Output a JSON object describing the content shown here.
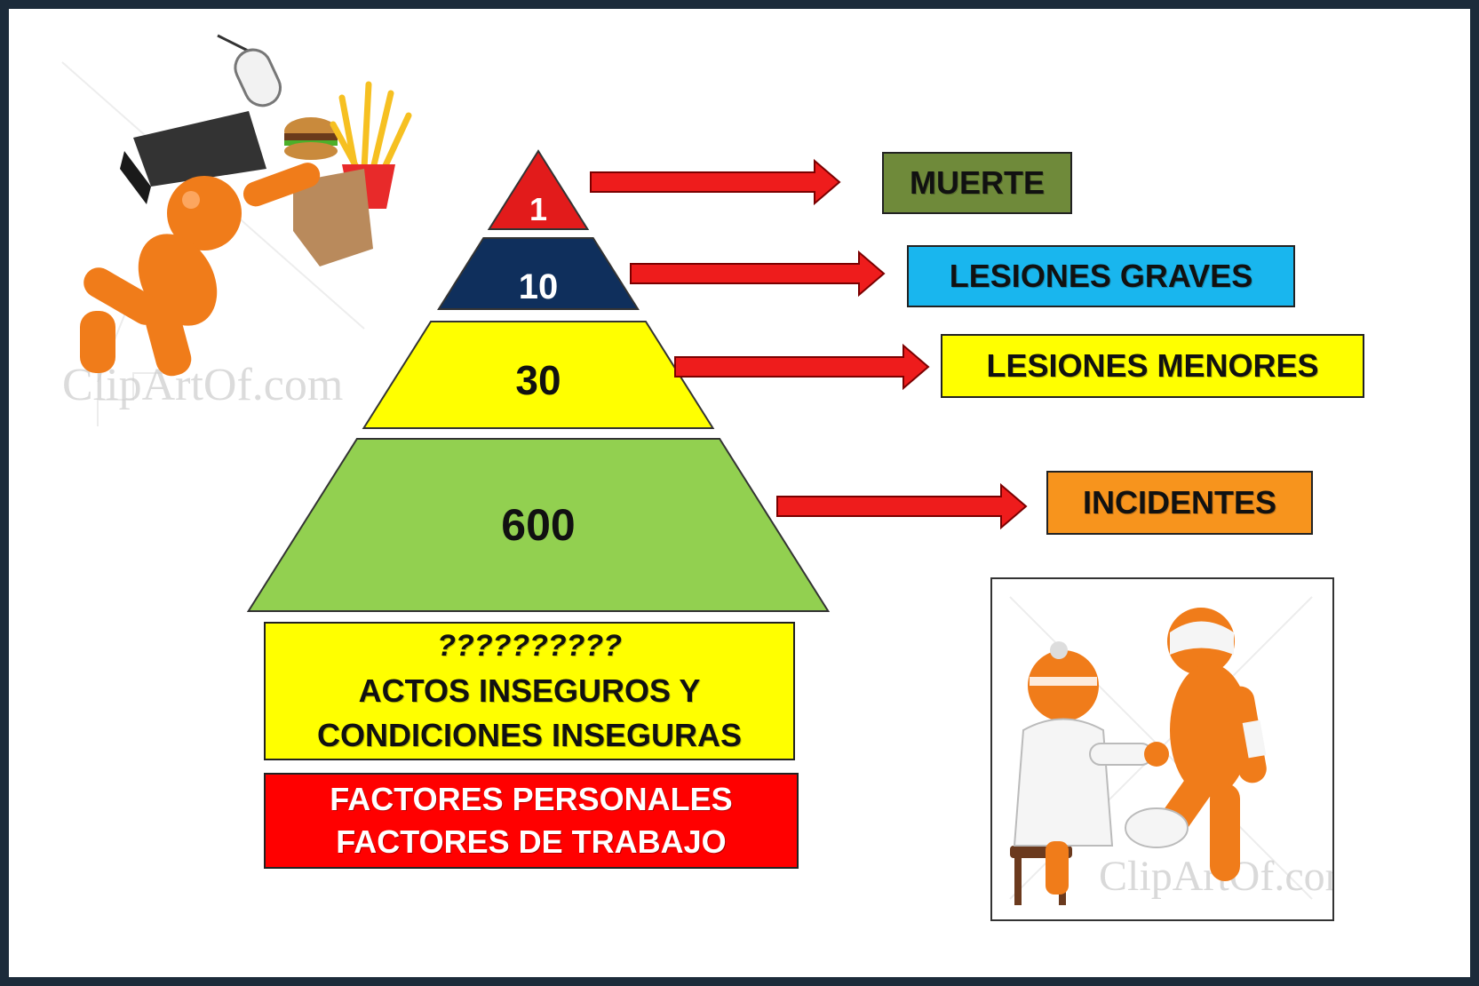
{
  "pyramid": {
    "tiers": [
      {
        "value": "1",
        "color": "#e21b1b",
        "text_color": "#ffffff",
        "consequence": "MUERTE",
        "box_color": "#6f8a3a"
      },
      {
        "value": "10",
        "color": "#0f2f5c",
        "text_color": "#ffffff",
        "consequence": "LESIONES GRAVES",
        "box_color": "#19b6ee"
      },
      {
        "value": "30",
        "color": "#ffff00",
        "text_color": "#111111",
        "consequence": "LESIONES MENORES",
        "box_color": "#ffff00"
      },
      {
        "value": "600",
        "color": "#92d050",
        "text_color": "#111111",
        "consequence": "INCIDENTES",
        "box_color": "#f7941d"
      }
    ],
    "arrow_color": "#ee1c1c"
  },
  "base_causes": {
    "question": "??????????",
    "line1": "ACTOS INSEGUROS Y",
    "line2": "CONDICIONES INSEGURAS",
    "color": "#ffff00"
  },
  "root_causes": {
    "line1": "FACTORES PERSONALES",
    "line2": "FACTORES DE TRABAJO",
    "color": "#ff0000"
  },
  "illustrations": {
    "top_left": "falling-worker-illustration",
    "bottom_right": "doctor-bandaging-patient-illustration",
    "watermark": "ClipArtOf.com"
  }
}
